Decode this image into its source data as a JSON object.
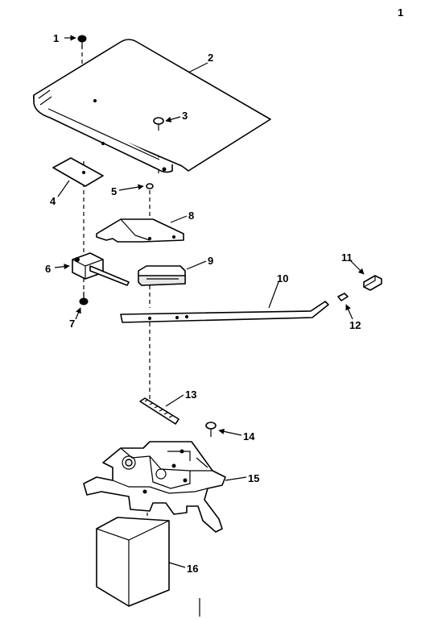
{
  "page_marker": "1",
  "callouts": [
    "1",
    "2",
    "3",
    "4",
    "5",
    "6",
    "7",
    "8",
    "9",
    "10",
    "11",
    "12",
    "13",
    "14",
    "15",
    "16"
  ]
}
